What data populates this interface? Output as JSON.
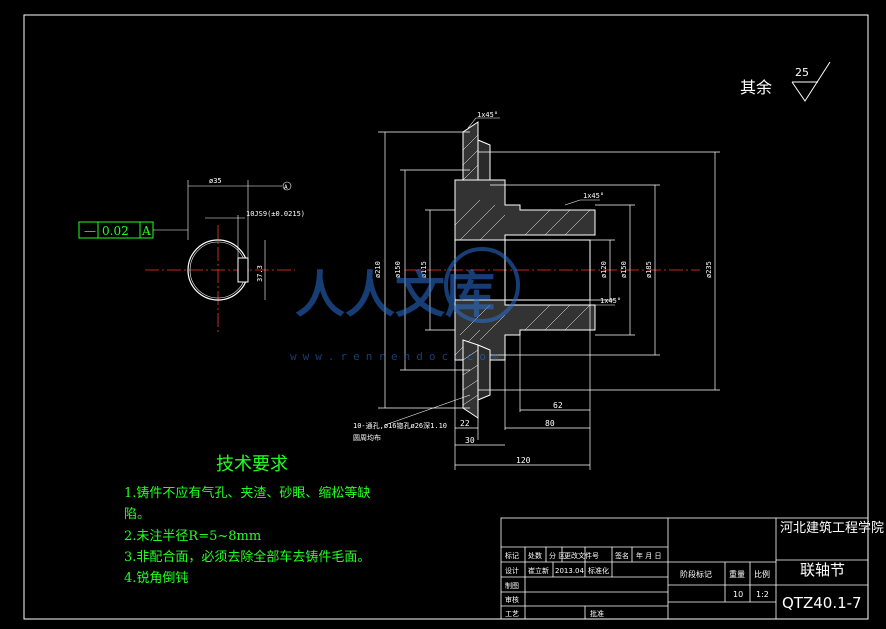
{
  "roughness": {
    "label": "其余",
    "value": "25"
  },
  "chamfers": {
    "top": "1x45°",
    "mid": "1x45°",
    "bore": "1x45°"
  },
  "section_dims": {
    "d1": "ø210",
    "d2": "ø150",
    "d3": "ø115",
    "d4": "ø120",
    "d5": "ø150",
    "d6": "ø185",
    "d7": "ø235",
    "l1": "62",
    "l2": "80",
    "l3": "22",
    "l4": "30",
    "l5": "120"
  },
  "hole_note": {
    "line1": "10-通孔,ø16锪孔ø26深1.10",
    "line2": "圆周均布"
  },
  "key_view": {
    "top_dim": "ø35",
    "keyway": "10JS9(±0.0215)",
    "depth": "37.3",
    "datum_ref": "A",
    "tolerance_symbol": "—",
    "tolerance_value": "0.02",
    "tolerance_datum": "A"
  },
  "tech_req": {
    "title": "技术要求",
    "items": [
      "1.铸件不应有气孔、夹渣、砂眼、缩松等缺",
      "陷。",
      "2.未注半径R=5~8mm",
      "3.非配合面，必须去除全部车去铸件毛面。",
      "4.锐角倒钝"
    ]
  },
  "watermark": {
    "text": "人人文库",
    "url": "www.renrendoc.com"
  },
  "title_block": {
    "school": "河北建筑工程学院",
    "part_name": "联轴节",
    "drawing_no": "QTZ40.1-7",
    "row_headers": [
      "标记",
      "处数",
      "分  区",
      "更改文件号",
      "签名",
      "年 月 日"
    ],
    "design_label": "设计",
    "designer": "崔立新",
    "date": "2013.04",
    "std_label": "标准化",
    "draw_label": "制图",
    "check_label": "审核",
    "process_label": "工艺",
    "approve_label": "批准",
    "stage_label": "阶段标记",
    "weight_label": "重量",
    "scale_label": "比例",
    "weight": "10",
    "scale": "1:2"
  }
}
